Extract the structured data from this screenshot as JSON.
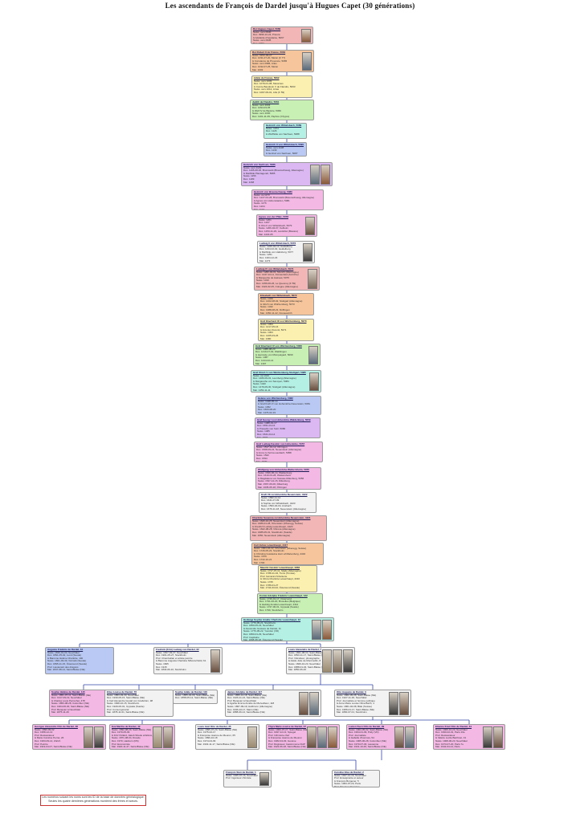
{
  "title": "Les ascendants de François de Dardel jusqu'à Hugues Capet (30 générations)",
  "note": {
    "line1": "Les numéros suivant les noms sont les ID de la base de données généalogique.",
    "line2": "Seules les quatre dernières générations montrent des frères et sœurs."
  },
  "colors": {
    "line": "#3344aa",
    "bg": [
      "#f3b6b6",
      "#f6c59c",
      "#fbf0b0",
      "#c9f0b4",
      "#b4f0e4",
      "#b9c9f3",
      "#dcb8f3",
      "#f3b8e4",
      "#f3b8e4",
      "#f2f2f2"
    ]
  },
  "people": [
    {
      "id": "p1",
      "name": "Roi Hugues Capet, 5066",
      "lines": [
        "Naiss. vers 0940",
        "Déc. 0996-10-24, Prieuré",
        "& Adélaïde d'Aquitaine, 5067",
        "Naiss. vers 0945",
        "Déc. 1004"
      ]
    },
    {
      "id": "p2",
      "name": "Roi Robert II de France, 5064",
      "lines": [
        "Naiss. 0972-03-27",
        "Déc. 1031-07-20, Melun (F 77)",
        "& Constance de Provence, 5065",
        "Naiss. vers 0986, Arles",
        "Déc. 1032-07-25, Melun",
        "Mar. 1003"
      ]
    },
    {
      "id": "p3",
      "name": "Adèle de France, 5062",
      "lines": [
        "Naiss. vers 1009",
        "Déc. 1079-01-08, Messines",
        "& Comte Baudouin V de Flandre, 5063",
        "Naiss. vers 1012, Arras",
        "Déc. 1067-09-01, Lille (F 59)"
      ]
    },
    {
      "id": "p4",
      "name": "Judith de Flandre, 5061",
      "lines": [
        "Naiss. vers 1033",
        "Déc. 1094-03-05",
        "& Welf IV de Bavière, 5060",
        "Naiss. vers 1030",
        "Déc. 1101-11-09, Paphos (Chypre)"
      ]
    },
    {
      "id": "p5",
      "name": "Heinrich von Wittelsbach, 5089",
      "lines": [
        "Naiss. 1074",
        "Déc. 1126",
        "& Wulfhilde von Sachsen, 5088"
      ]
    },
    {
      "id": "p6",
      "name": "Heinrich X von Wittelsbach, 5090",
      "lines": [
        "Naiss. vers 1108",
        "Déc. 1139",
        "& Gertrud von Sachsen, 5087"
      ]
    },
    {
      "id": "p7",
      "name": "Heinrich von Sachsen, 5086",
      "lines": [
        "Naiss. vers 1129",
        "Déc. 1195-08-06, Brunswick (Braunschweig, Allemagne)",
        "& Mathilde Plantagenêt, 5085",
        "Naiss. 1156",
        "Déc. 1189",
        "Mar. 1168"
      ]
    },
    {
      "id": "p8",
      "name": "Heinrich von Braunschweig, 5080",
      "lines": [
        "Naiss. ca 1173",
        "Déc. 1227-04-28, Brunswick (Braunschweig, Allemagne)",
        "& Agnes von Hohenstaufen, 5081",
        "Naiss. 1176",
        "Déc. 1204",
        "Mar. 1194"
      ]
    },
    {
      "id": "p9",
      "name": "Agnes von der Pfalz, 5078",
      "lines": [
        "Naiss. 1201",
        "Déc. 1267",
        "& Otto II von Wittelsbach, 5079",
        "Naiss. 1206-04-07, Kelheim",
        "Déc. 1253-11-29, Landshut (Bavière)",
        "Mar. 1222-05"
      ]
    },
    {
      "id": "p10",
      "name": "Ludwig II von Wittelsbach, 5076",
      "lines": [
        "Naiss. 1229-04-13, Heidelberg",
        "Déc. 1294-02-02, Heidelberg",
        "& Mathilde von Habsburg, 5077",
        "Naiss. 1251",
        "Déc. 1304-12-23",
        "Mar. 1273"
      ]
    },
    {
      "id": "p11",
      "name": "Ludwig IV von Wittelsbach, 5074",
      "lines": [
        "Naiss. 1282-04-01, Munich (Allemagne)",
        "Déc. 1347-10-11, Fürstenfeld (Autriche)",
        "& Marguerite de Hainaut, 5075",
        "Naiss. 1310",
        "Déc. 1356-06-26, Le Quesnoy (F 59)",
        "Mar. 1324-02-25, Cologne (Allemagne)"
      ]
    },
    {
      "id": "p12",
      "name": "Elisabeth von Wittelsbach, 5072",
      "lines": [
        "Naiss. 1329",
        "Déc. 1402-08-02, Stuttgart (Allemagne)",
        "& Ulrich von Württemberg, 5073",
        "Naiss. 1342",
        "Déc. 1388-08-23, Döffingen",
        "Mar. 1350-11-22, Donauwörth"
      ]
    },
    {
      "id": "p13",
      "name": "Graf Eberhard III von Württemberg, 5070",
      "lines": [
        "Naiss. 1364",
        "Déc. 1417-05-16",
        "& Antonia Visconti, 5071",
        "Naiss. 1364",
        "Déc. 1405-03-26",
        "Mar. 1380"
      ]
    },
    {
      "id": "p14",
      "name": "Graf Eberhard IV von Württemberg, 5068",
      "lines": [
        "Naiss. 1388-08-23",
        "Déc. 1419-07-02, Waiblingen",
        "& Henriette von Mömpelgard, 5069",
        "Naiss. 1387",
        "Déc. 1444-02-14",
        "Mar. 1397"
      ]
    },
    {
      "id": "p15",
      "name": "Graf Ulrich V von Württemberg-Stuttgart, 5085",
      "lines": [
        "Naiss. ca 1413",
        "Déc. 1480-09-01, Leonberg (Allemagne)",
        "& Margarethe von Savoyen, 5084",
        "Naiss. 1420",
        "Déc. 1479-09-30, Stuttgart (Allemagne)",
        "Mar. 1453-11-11"
      ]
    },
    {
      "id": "p16",
      "name": "Helene von Württemberg, 5082",
      "lines": [
        "Naiss. 1448-05-14",
        "& Graf Kraft VI von Hohenlohe-Neuenstein, 5081",
        "Naiss. 1452",
        "Déc. 1503-08-20",
        "Mar. 1476-02-19"
      ]
    },
    {
      "id": "p17",
      "name": "Graf Georg I von Hohenlohe-Waldenburg, 5059",
      "lines": [
        "Naiss. 1488-01-17",
        "Déc. 1551-03-16",
        "& Praxedis von Sulz, 5080",
        "Naiss. 1485",
        "Déc. 1521-04-14",
        "Mar. 1507"
      ]
    },
    {
      "id": "p18",
      "name": "Graf Ludwig Kasimir von Hohenlohe, 5057",
      "lines": [
        "Naiss. 1517-01-12, Öhringen",
        "Déc. 1568-09-24, Neuenstein (Allemagne)",
        "& Anna zu Solms-Laubach, 5058",
        "Naiss. 1522",
        "Déc. 1594",
        "Mar. 1539"
      ]
    },
    {
      "id": "p19",
      "name": "Wolfgang von Hohenlohe-Weikersheim, 5055",
      "lines": [
        "Naiss. 1546-06-14, Waldenburg",
        "Déc. 1610-03-28, Weikersheim",
        "& Magdalena von Nassau-Dillenburg, 5056",
        "Naiss. 1547-12-15, Dillenburg",
        "Mar. 1567-06-06, Dillenburg",
        "Mar. 1635-05-18, Öhringen"
      ]
    },
    {
      "id": "p20",
      "name": "Kraft VII zu Hohenlohe-Neuenstein, 4422",
      "lines": [
        "Naiss. 1582-11-14",
        "Déc. 1641-07-09",
        "& Sophie von Wittelsbach, 4423",
        "Naiss. 1593-04-04, Ansbach",
        "Déc. 1676-11-18, Neuenstein (Allemagne)"
      ]
    },
    {
      "id": "p21",
      "name": "Charlotte Susanna zu Hohenlohe-Neuenstein, 4421",
      "lines": [
        "Naiss. 1626-10-25, Neuenstein (Allemagne)",
        "Déc. 1686-01-28, Ortenstein (Oberegg, Suisse)",
        "& Friedrich Ludwig Lewenhaupt, 4420",
        "Naiss. 1622-08-28, Vibrona (Allemagne)",
        "Déc. 1685-05-31, Stockholm (Suède)",
        "Mar. 1650, Neuenstein (Allemagne)"
      ]
    },
    {
      "id": "p22",
      "name": "Carl Julius Lewenhaupt, 4417",
      "lines": [
        "Naiss. 1664-04-22, Ortenstein (Oberegg, Suisse)",
        "Déc. 1726-05-23, Stockholm",
        "& Christina Gustavina Horn af Marienborg, 4434",
        "Naiss. 1676",
        "Déc. 1722-10-21",
        "Mar. 1700"
      ]
    },
    {
      "id": "p23",
      "name": "Mauritz Casimir Lewenhaupt, 4358",
      "lines": [
        "Naiss. 1717-07-11, Stade (Allemagne)",
        "Déc. 1788-11-02, Tunis (Tunisie)",
        "Prof. Général d'infanterie",
        "& Ulrica Charlotte Lewenhaupt, 4316",
        "Naiss. 1725",
        "Déc. 1786-01-27",
        "Mar. 1744-03-02, Östersund (Suède)"
      ]
    },
    {
      "id": "p24",
      "name": "Comte Adolphe Frédéric Lewenhaupt, 132",
      "lines": [
        "Naiss. 1749-01-17, Östersund",
        "Déc. 1791-06-20, Bruxelles (Belgique)",
        "& Hedwig Amalia Lewenhaupt, 4312",
        "Naiss. 1747-06-01, Uppsala (Suède)",
        "Déc. 1799, Stockholm"
      ]
    },
    {
      "id": "p25",
      "name": "Hedwige Sophie Amélie Charlotte Lewenhaupt, 12",
      "lines": [
        "Naiss. 1779-05-21, Stockholm",
        "Déc. 1850-05-23, Neuchâtel",
        "& Alexandre Gustave de Dardel, 11",
        "Naiss. 1776-05-22, Yverdon (VD)",
        "Déc. 1860-01-29, Neuchâtel",
        "Prof. Capitaine",
        "Mar. 1808-08-18, Östersund (Suède)"
      ]
    },
    {
      "id": "s1",
      "name": "Auguste Frédéric de Dardel, 10",
      "lines": [
        "Naiss. 1816-01-03, Neuchâtel",
        "Déc. 1891-05-02, Lund (Suède)",
        "& Baronne Hélène Charlotte, 100",
        "Naiss. 1821-03-30, Värmdö (Suède)",
        "Déc. 1895-11-15, Östersund (Suède)",
        "Prof. Lieutenant des dragons",
        "Mar. 1847-08-14, Saint-Blaise (NE)"
      ]
    },
    {
      "id": "s2",
      "name": "Fredrick (Fritz) Ludwig von Dardel, 22",
      "lines": [
        "Naiss. 1817-03-27, Neuchâtel",
        "Déc. 1901-05-27, Stockholm",
        "Prof. Chambellan et artiste peintre",
        "& Baronne Augusta Charlotta Silfverschiöld, 61",
        "Naiss. 1825",
        "Déc. 1915",
        "Mar. 1840-06-10, Stockholm"
      ]
    },
    {
      "id": "s3",
      "name": "Louis Alexandre de Dardel, 7",
      "lines": [
        "Naiss. 1821-08-03, Saint-Blaise (NE)",
        "Déc. 1893-11-17, Saint-Blaise (NE)",
        "Prof. Viticulteur, photographe",
        "& Adèle Julie de Montmollin, 8",
        "Naiss. 1829-10-23, Neuchâtel",
        "Déc. 1888-01-04, Saint-Blaise (NE)",
        "Mar. 1850-06-26"
      ]
    },
    {
      "id": "g1",
      "name": "Sophie Hélène de Dardel, 115",
      "lines": [
        "Naiss. 1851-07-11, Saint-Blaise (NE)",
        "Déc. 1917-09-19, Neuchâtel",
        "& Charles Louis Perrochet, 478",
        "Naiss. 1853-08-28, Colombier (NE)",
        "Déc. 1904-06-30, Saint-Blaise (NE)",
        "Prof. Banquier à Neuchâtel",
        "Mar. 1875-11-26"
      ]
    },
    {
      "id": "g2",
      "name": "Elise Louise de Dardel, 76",
      "lines": [
        "Naiss. 1853-03-30, Neuchâtel",
        "Déc. 1930-05-15, Saint-Blaise (NE)",
        "& Carl Alexandre Gustaf von Grafström, 98",
        "Naiss. 1848-10-15, Stockholm",
        "Déc. 1929-06-01, Uppsala (Suède)",
        "Prof. Consul général",
        "Mar. 1878-11-01, Saint-Blaise (NE)"
      ]
    },
    {
      "id": "g3",
      "name": "Sophie Adèle de Dardel, 116",
      "lines": [
        "Naiss. 1855-04-09, Saint-Blaise (NE)",
        "Déc. 1858-05-12, Saint-Blaise (NE)"
      ]
    },
    {
      "id": "g4",
      "name": "James Adolphe de Dardel, 117",
      "lines": [
        "Naiss. 1856-12-18, Saint-Blaise (NE)",
        "Déc. 1926-11-24, Saint-Blaise (NE)",
        "Prof. Banquier à Neuchâtel",
        "& Agathe Emma Amélie de Merveilleux, 118",
        "Naiss. 1867-09-19, Heilbronn (Allemagne)",
        "Déc. 1936-10-17, Marin (NE)",
        "Mar. 1888-09-14, Saint-Blaise (NE)"
      ]
    },
    {
      "id": "g5",
      "name": "Otto Auguste de Dardel, 3",
      "lines": [
        "Naiss. 1862-05-08, Saint-Blaise (NE)",
        "Déc. 1927-11-30, Neuchâtel",
        "Prof. Journaliste et homme politique",
        "& Anne Marie Louise Olina Barth, 4",
        "Naiss. 1861-02-08, Bâle (Suisse)",
        "Déc. 1956-01-17, Saint-Blaise (NE)",
        "Mar. 1890-07-01, Stockholm"
      ]
    },
    {
      "id": "c1",
      "name": "Georges Alexandre Otto de Dardel, 28",
      "lines": [
        "Naiss. 1890-09-02",
        "Déc. 1958-12-13",
        "Prof. Restaurateur",
        "& Marie Caroline Perret, 26",
        "Déc. 1963-09-14, Zürich",
        "Prof. Peintre",
        "Mar. 1919-04-07, Saint-Blaise (NE)"
      ]
    },
    {
      "id": "c2",
      "name": "Eva Martha de Dardel, 42",
      "lines": [
        "Naiss. 1892-08-29, Saint-Blaise (NE)",
        "Déc. 1970-05-09",
        "& Fritz Pollard, Jakob Wrede af Elimä, 47",
        "Naiss. 1871-08-04, Dresde",
        "Déc. 1970, Hasborn (RS)",
        "Prof. Economiste",
        "Mar. 1920-11-27, Saint-Blaise (NE)"
      ]
    },
    {
      "id": "c3",
      "name": "Louis Axel Otto de Dardel, 35",
      "lines": [
        "Naiss. 1895-07-20, Saint-Blaise (NE)",
        "Déc. 1975-02-17",
        "& Françoise Jeanne de Meuron, 65",
        "Naiss. 1896-10-18",
        "Déc. 1974-04-09",
        "Mar. 1932-11-17, Saint-Blaise (NE)"
      ]
    },
    {
      "id": "c4",
      "name": "Thyra Marie-Louise de Dardel, 37",
      "lines": [
        "Naiss. 1900-07-27, Saint-Blaise (NE)",
        "Déc. 1997-12-13, Spiegel",
        "Prof. Infirmière chef",
        "& Françoise Jeanne de Meuron",
        "Déc. 1982-04-03, Genève",
        "Prof. Régisseur, Gastronome DHP",
        "Mar. 1922-06-18, Saint-Blaise (NE)"
      ]
    },
    {
      "id": "c5",
      "name": "Lucien Sven Otto de Dardel, 29",
      "lines": [
        "Naiss. 1904-05-02, Saint-Blaise (NE)",
        "Déc. 1994-01-09, Pully (VD)",
        "Prof. Journaliste",
        "& Isabelle d'Ivernois, 54",
        "Naiss. 1905-06-28, Colombier (NE)",
        "Déc. 1970-07-30, Lausanne",
        "Mar. 1931-10-29, Saint-Blaise (NE)"
      ]
    },
    {
      "id": "c6",
      "name": "Etienne Knut Otto de Dardel, 34",
      "lines": [
        "Naiss. 1906-10-20, Neuchâtel",
        "Déc. 1990-02-01, Paris 16e",
        "Prof. Restaurateur",
        "& Valérie Lucile Bachinet, 31",
        "Naiss. 1908-06-23, Neuchâtel",
        "Déc. 1973-07-20, Paris 7e",
        "Mar. 1942-04-14, Paris"
      ]
    },
    {
      "id": "f1",
      "name": "François Sten de Dardel, 1",
      "lines": [
        "Naiss. 1945-07-16, Neuchâtel",
        "Prof. Ingénieur chimiste"
      ]
    },
    {
      "id": "f2",
      "name": "Caroline Elsa de Dardel, 2",
      "lines": [
        "Naiss. 1947-12-16, Neuchâtel",
        "Prof. Enseignante et auteur",
        "& François Burgener, 5",
        "Naiss. 1953-07-20, Paris",
        "Prof. Directeur financier",
        "Mar. 1986-08-02, Moudon (VD)"
      ]
    }
  ]
}
